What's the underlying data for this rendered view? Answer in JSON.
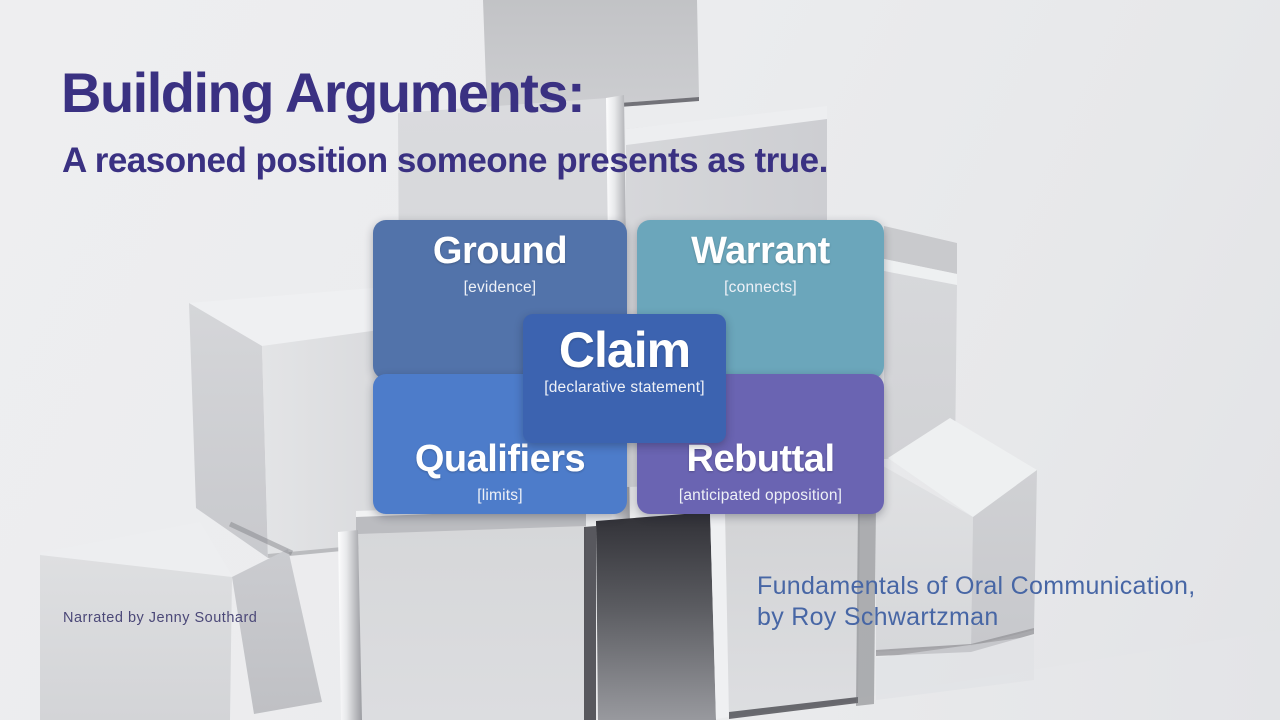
{
  "slide": {
    "title": "Building Arguments:",
    "subtitle": "A reasoned position someone presents as true.",
    "narrator_credit": "Narrated by Jenny Southard",
    "course_credit": {
      "line1": "Fundamentals of Oral Communication,",
      "line2": "by Roy Schwartzman"
    }
  },
  "diagram": {
    "cards": {
      "ground": {
        "title": "Ground",
        "label": "[evidence]",
        "color": "#5273aa"
      },
      "warrant": {
        "title": "Warrant",
        "label": "[connects]",
        "color": "#6ba6bb"
      },
      "claim": {
        "title": "Claim",
        "label": "[declarative statement]",
        "color": "#3c63b0"
      },
      "qualifiers": {
        "title": "Qualifiers",
        "label": "[limits]",
        "color": "#4d7cca"
      },
      "rebuttal": {
        "title": "Rebuttal",
        "label": "[anticipated opposition]",
        "color": "#6a64b2"
      }
    }
  },
  "palette": {
    "heading_text": "#3a3182",
    "narrator_text": "#4b4878",
    "credit_text": "#4766a5",
    "card_text": "#ffffff"
  }
}
